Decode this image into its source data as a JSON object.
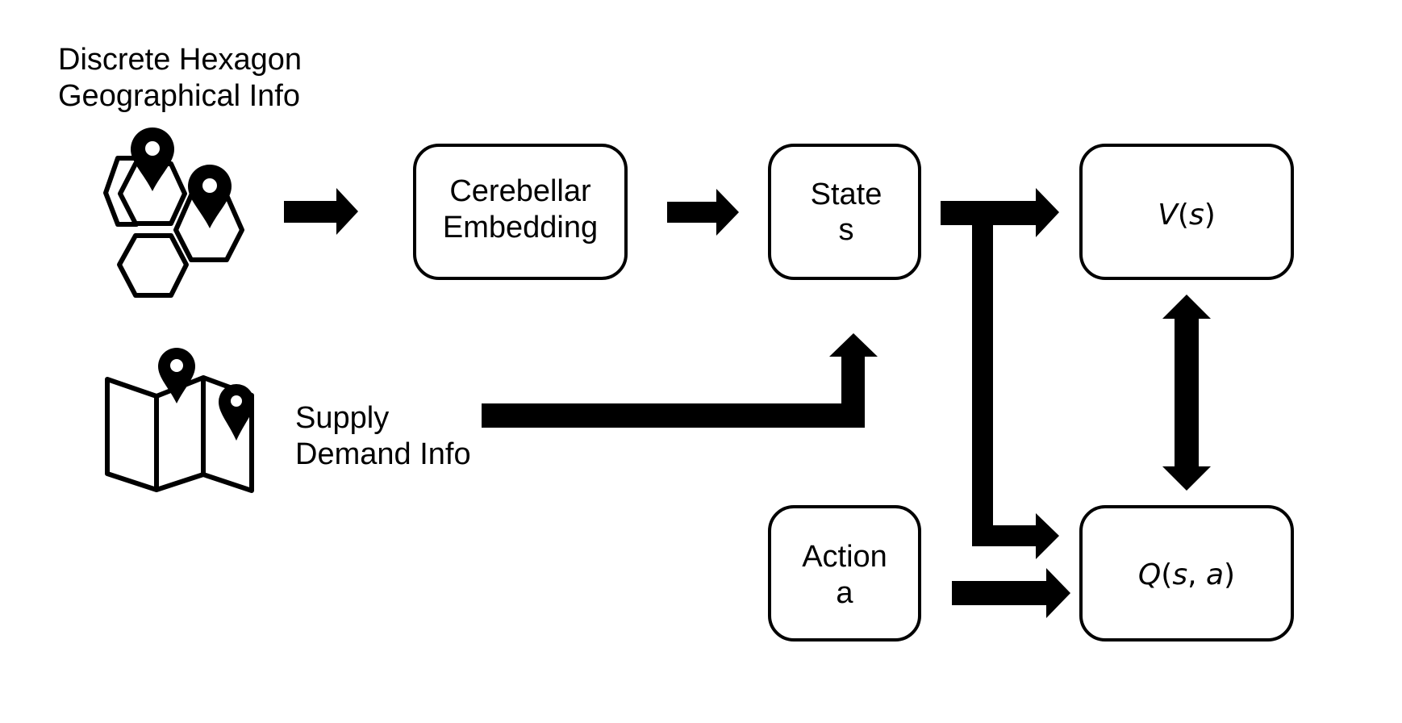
{
  "inputs": {
    "hexagon_label_line1": "Discrete Hexagon",
    "hexagon_label_line2": "Geographical Info",
    "supply_label_line1": "Supply",
    "supply_label_line2": "Demand Info"
  },
  "boxes": {
    "cerebellar_line1": "Cerebellar",
    "cerebellar_line2": "Embedding",
    "state_line1": "State",
    "state_line2": "s",
    "action_line1": "Action",
    "action_line2": "a"
  },
  "outputs": {
    "value_function": {
      "symbol": "V",
      "open": "(",
      "arg": "s",
      "close": ")"
    },
    "q_function": {
      "symbol": "Q",
      "open": "(",
      "arg1": "s",
      "sep": ", ",
      "arg2": "a",
      "close": ")"
    }
  },
  "icons": {
    "hexagon_icon": "hexagon-cluster-with-pins",
    "map_icon": "folded-map-with-pins"
  },
  "colors": {
    "foreground": "#000000",
    "background": "#ffffff"
  }
}
